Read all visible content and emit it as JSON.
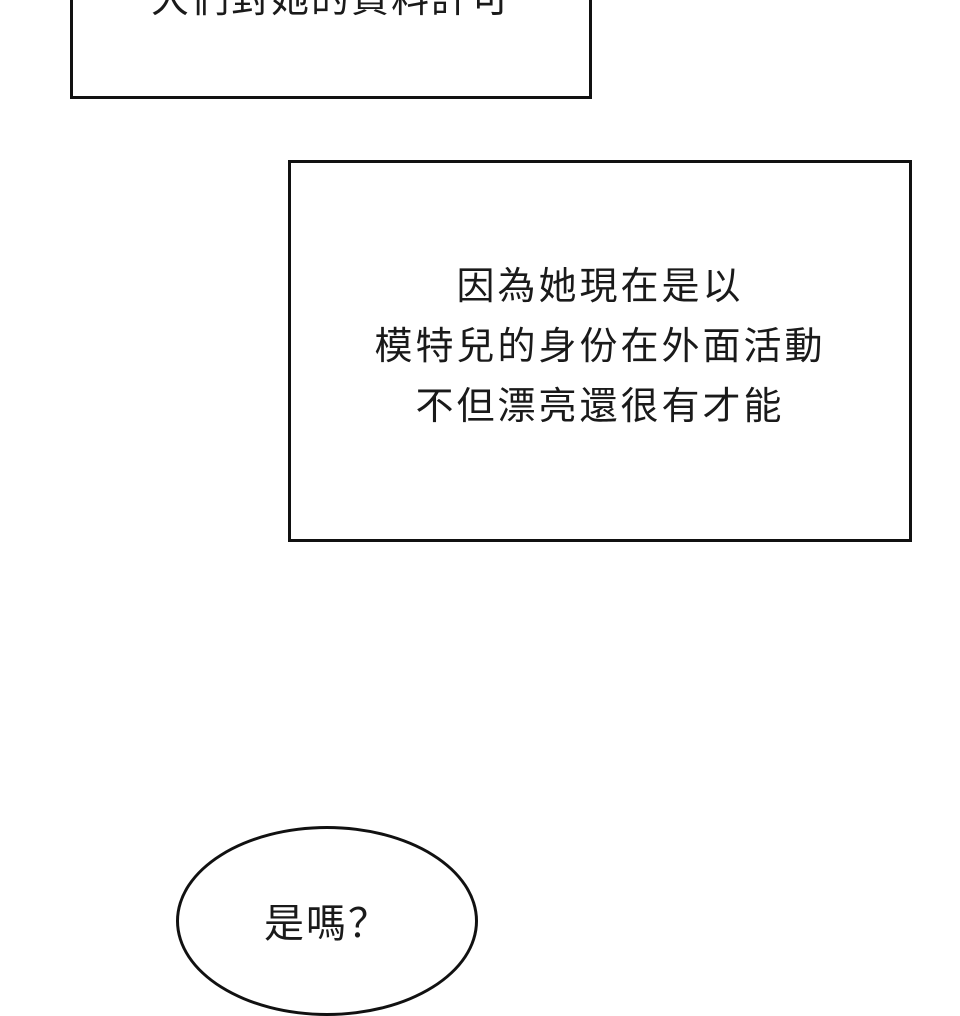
{
  "captions": {
    "top": {
      "text": "大們對她的資料許可"
    },
    "middle": {
      "lines": [
        "因為她現在是以",
        "模特兒的身份在外面活動",
        "不但漂亮還很有才能"
      ]
    }
  },
  "speech_bubble": {
    "text": "是嗎？"
  }
}
